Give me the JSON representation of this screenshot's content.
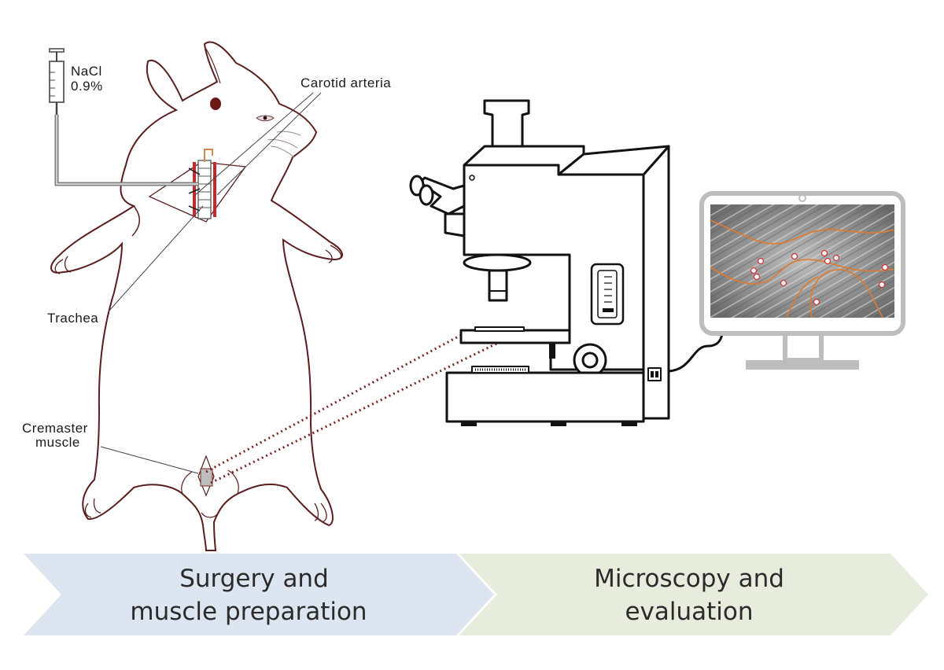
{
  "labels": {
    "nacl_line1": "NaCl",
    "nacl_line2": "0.9%",
    "carotid": "Carotid arteria",
    "trachea": "Trachea",
    "cremaster_line1": "Cremaster",
    "cremaster_line2": "muscle"
  },
  "stages": [
    {
      "line1": "Surgery and",
      "line2": "muscle preparation"
    },
    {
      "line1": "Microscopy and",
      "line2": "evaluation"
    }
  ],
  "colors": {
    "stage1_fill": "#dce5f0",
    "stage2_fill": "#e7ecdd",
    "vessel_outline": "#e07a2e",
    "cell_marker": "#c8383a",
    "dotted_link": "#7a2323",
    "incision_red": "#c8282b"
  }
}
